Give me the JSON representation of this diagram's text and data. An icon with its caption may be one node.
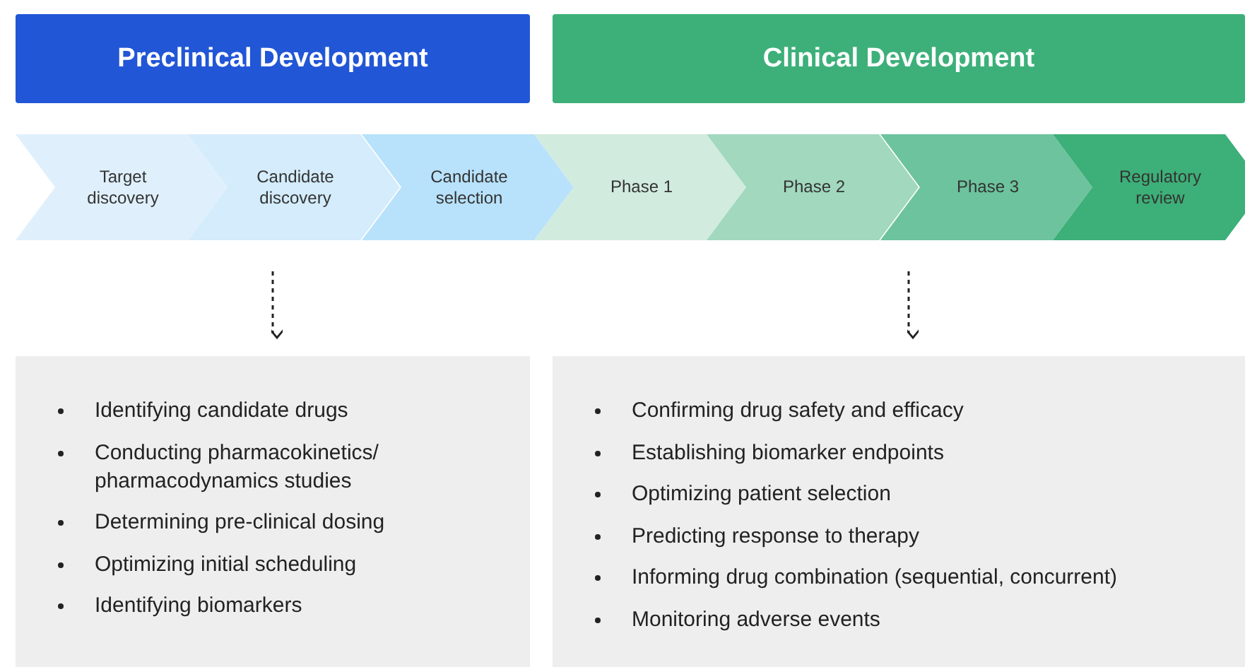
{
  "diagram": {
    "nodes": [
      {
        "text": [
          "Preclinical Development"
        ]
      },
      {
        "text": [
          "Clinical Development"
        ]
      },
      {
        "text": [
          "Target discovery"
        ]
      },
      {
        "text": [
          "Candidate discovery"
        ]
      },
      {
        "text": [
          "Candidate selection"
        ]
      },
      {
        "text": [
          "Phase 1"
        ]
      },
      {
        "text": [
          "Phase 2"
        ]
      },
      {
        "text": [
          "Phase 3"
        ]
      },
      {
        "text": [
          "Regulatory review"
        ]
      },
      {
        "text": [
          "Identifying candidate drugs",
          "Conducting pharmacokinetics/ pharmacodynamics studies",
          "Determining pre-clinical dosing",
          "Optimizing initial scheduling",
          "Identifying biomarkers"
        ]
      },
      {
        "text": [
          "Confirming drug safety and efficacy",
          "Establishing biomarker endpoints",
          "Optimizing patient selection",
          "Predicting response to therapy",
          "Informing drug combination (sequential, concurrent)",
          "Monitoring adverse events"
        ]
      }
    ],
    "edges": [
      {
        "from": null,
        "to": 9,
        "arrow": "to",
        "style": "dashed"
      },
      {
        "from": null,
        "to": 10,
        "arrow": "to",
        "style": "dashed"
      }
    ]
  }
}
